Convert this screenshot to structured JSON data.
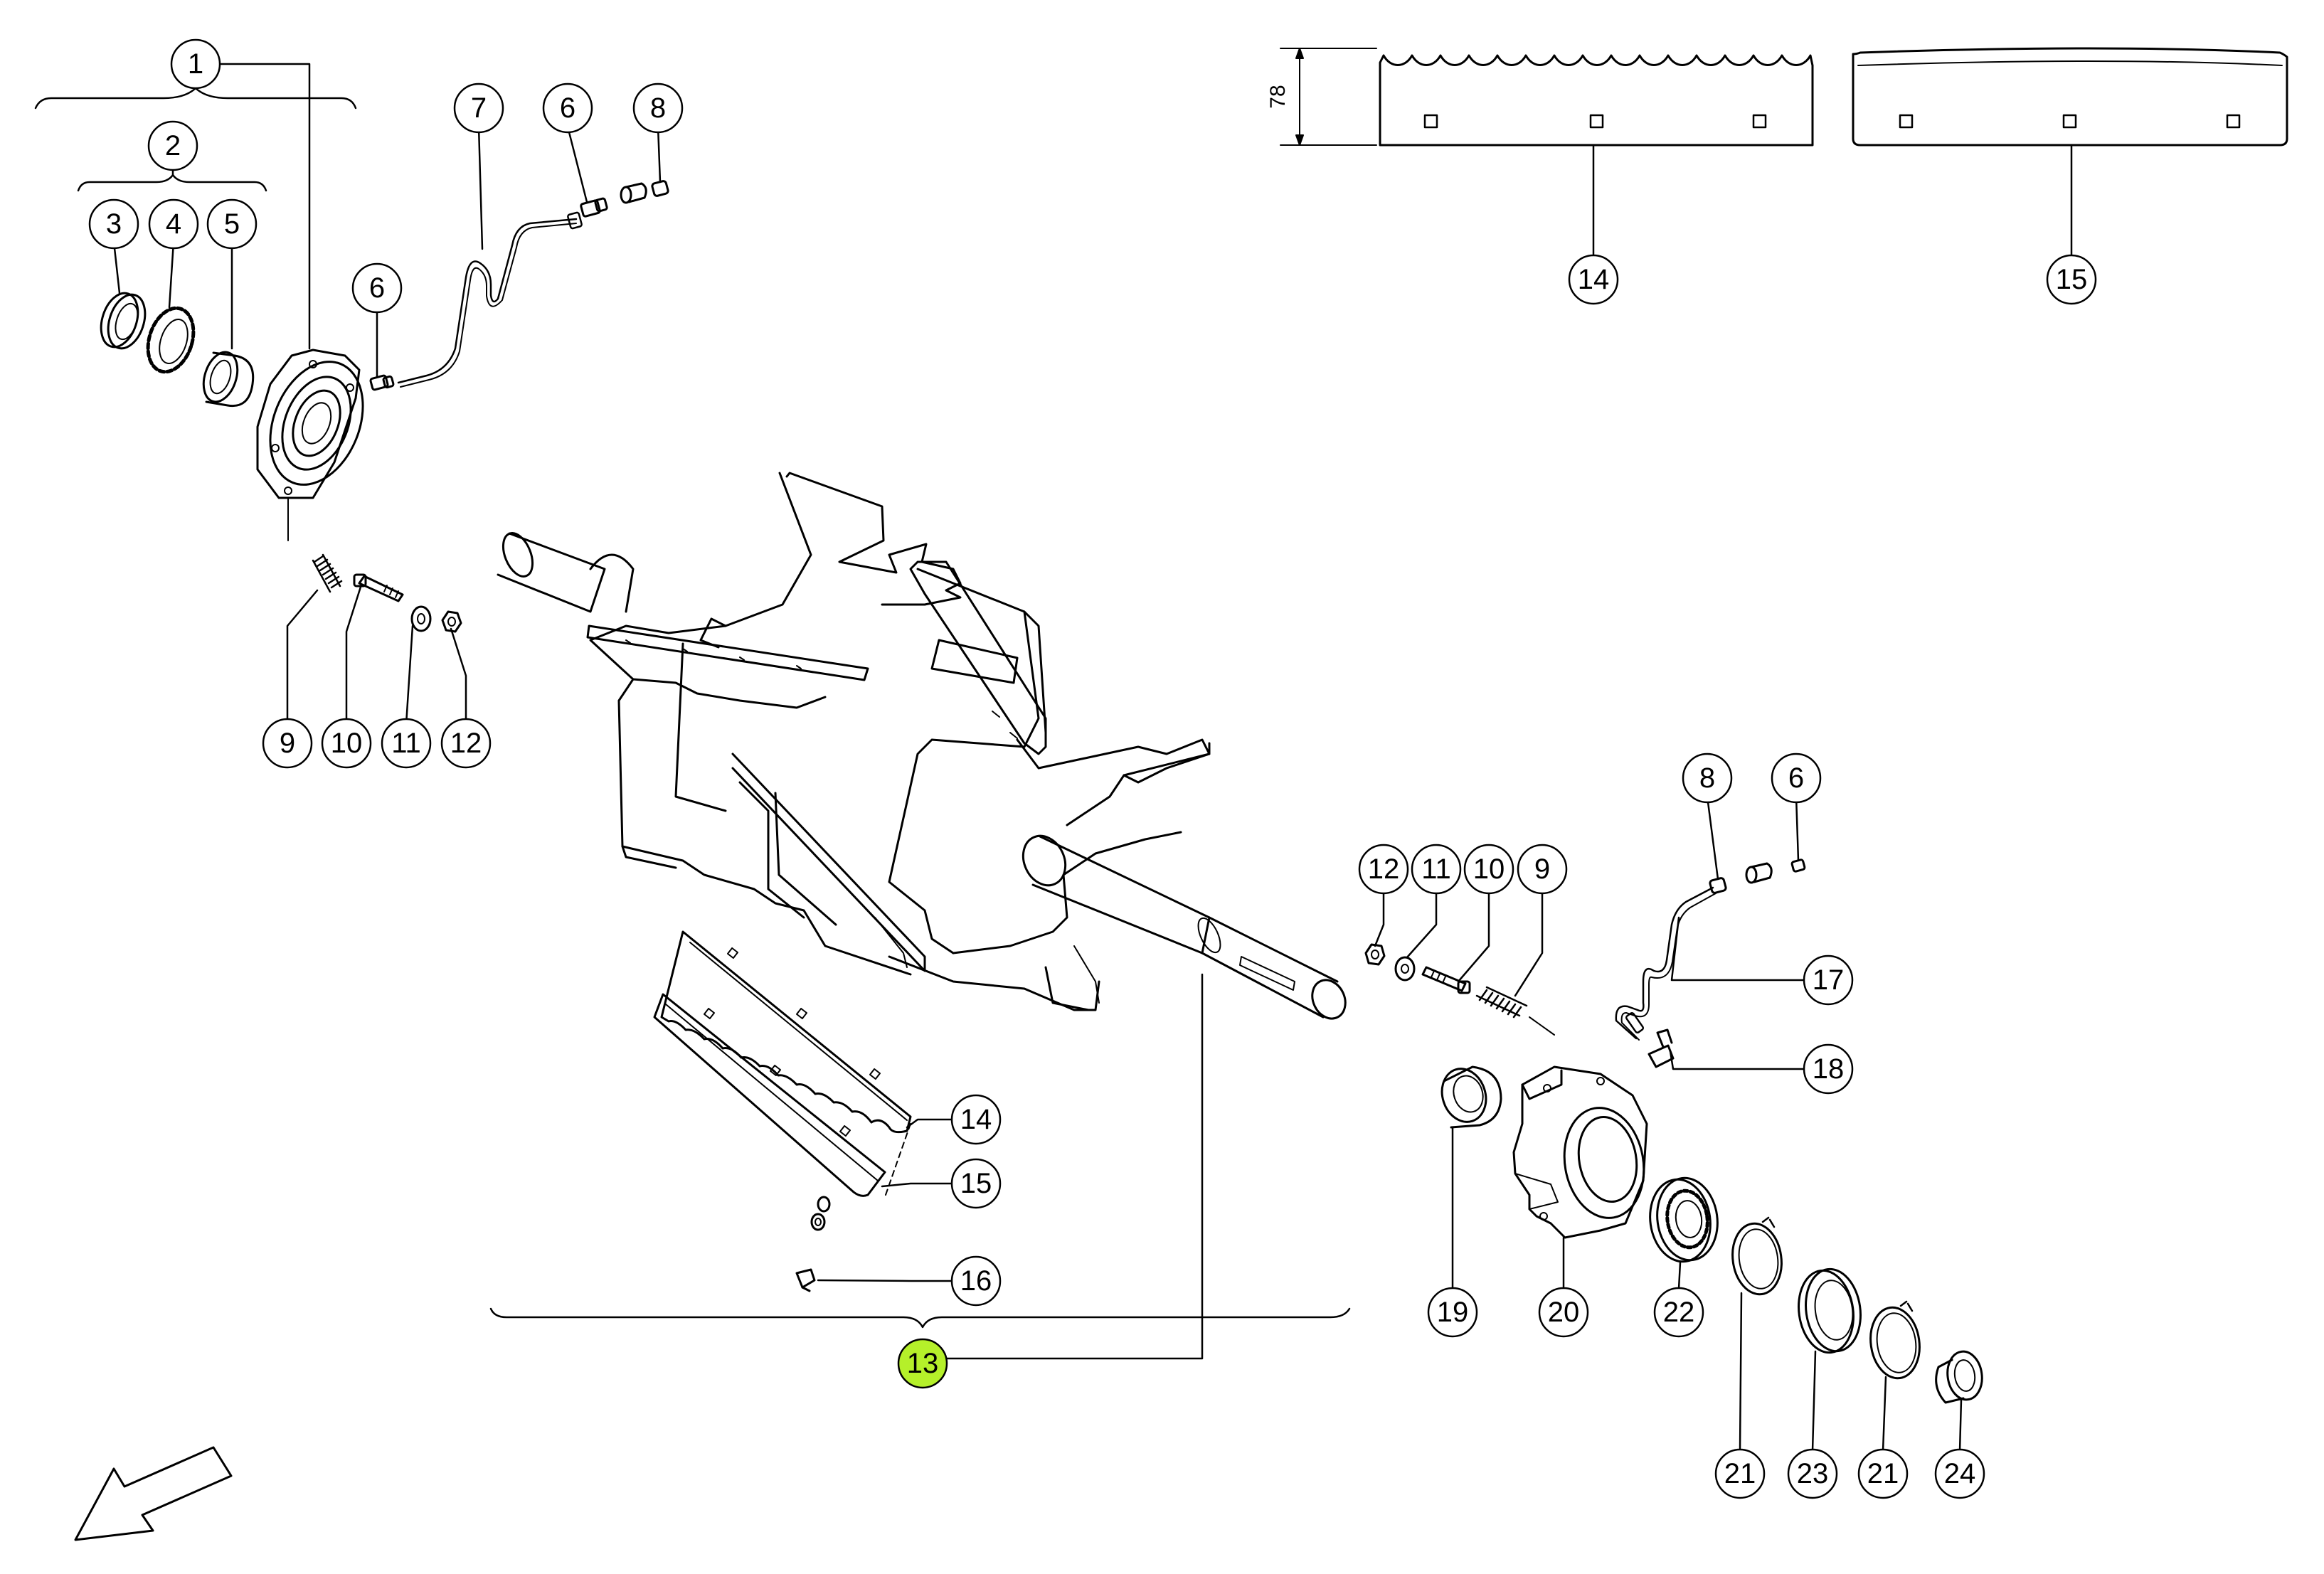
{
  "diagram": {
    "dimension_label": "78",
    "callouts": {
      "c1": "1",
      "c2": "2",
      "c3": "3",
      "c4": "4",
      "c5": "5",
      "c6a": "6",
      "c6b": "6",
      "c6c": "6",
      "c7": "7",
      "c8a": "8",
      "c8b": "8",
      "c9a": "9",
      "c9b": "9",
      "c10a": "10",
      "c10b": "10",
      "c11a": "11",
      "c11b": "11",
      "c12a": "12",
      "c12b": "12",
      "c13": "13",
      "c14a": "14",
      "c14b": "14",
      "c15a": "15",
      "c15b": "15",
      "c16": "16",
      "c17": "17",
      "c18": "18",
      "c19": "19",
      "c20": "20",
      "c21a": "21",
      "c21b": "21",
      "c22": "22",
      "c23": "23",
      "c24": "24"
    },
    "highlight_color": "#b5f02a"
  }
}
